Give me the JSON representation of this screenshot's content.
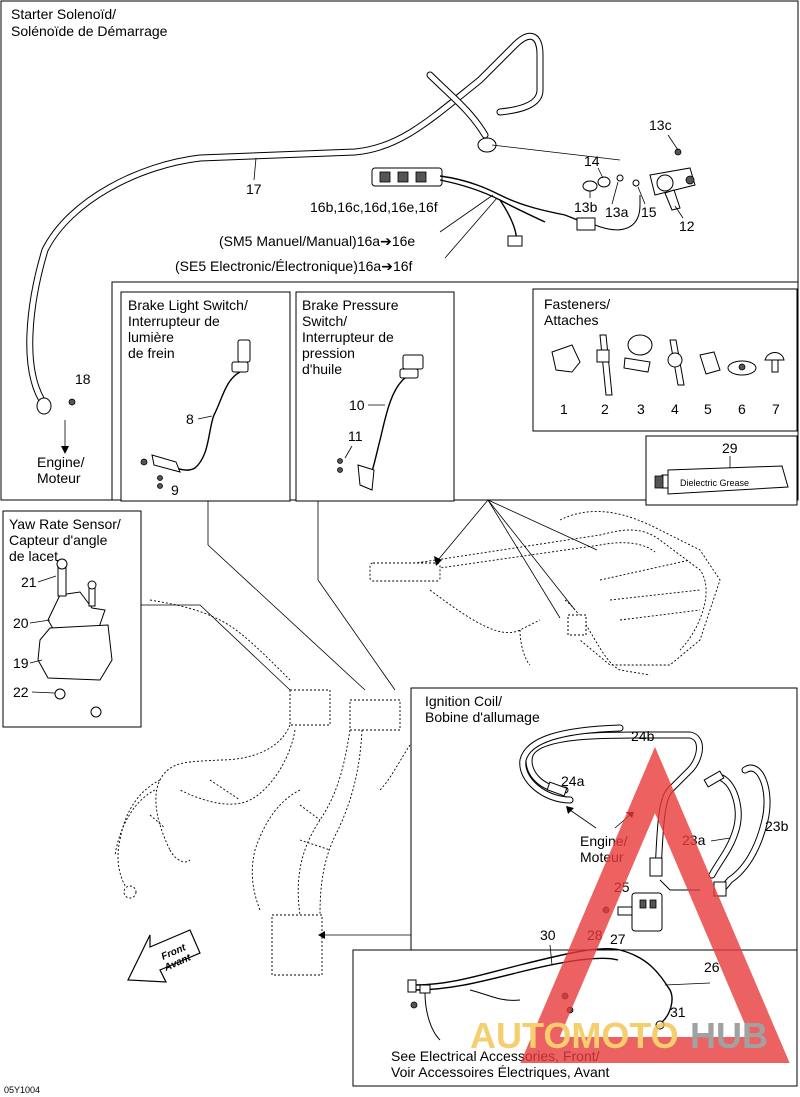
{
  "sections": {
    "starter": {
      "title_line1": "Starter Solenoïd/",
      "title_line2": "Solénoïde de Démarrage"
    },
    "brake_light": {
      "line1": "Brake Light Switch/",
      "line2": "Interrupteur de",
      "line3": "lumière",
      "line4": "de frein"
    },
    "brake_pressure": {
      "line1": "Brake Pressure",
      "line2": "Switch/",
      "line3": "Interrupteur de",
      "line4": "pression",
      "line5": "d'huile"
    },
    "fasteners": {
      "line1": "Fasteners/",
      "line2": "Attaches"
    },
    "yaw": {
      "line1": "Yaw Rate Sensor/",
      "line2": "Capteur d'angle",
      "line3": "de lacet"
    },
    "ignition": {
      "line1": "Ignition Coil/",
      "line2": "Bobine d'allumage"
    }
  },
  "notes": {
    "sm5": "(SM5 Manuel/Manual)16a➔16e",
    "se5": "(SE5 Electronic/Électronique)16a➔16f",
    "harness_parts": "16b,16c,16d,16e,16f",
    "engine_top_1": "Engine/",
    "engine_top_2": "Moteur",
    "engine_ign_1": "Engine/",
    "engine_ign_2": "Moteur",
    "see_acc_1": "See Electrical Accessories, Front/",
    "see_acc_2": "Voir Accessoires Électriques, Avant",
    "front_1": "Front",
    "front_2": "Avant",
    "code": "05Y1004",
    "tube_text": "Dielectric Grease"
  },
  "callouts": {
    "c1": "1",
    "c2": "2",
    "c3": "3",
    "c4": "4",
    "c5": "5",
    "c6": "6",
    "c7": "7",
    "c8": "8",
    "c9": "9",
    "c10": "10",
    "c11": "11",
    "c12": "12",
    "c13a": "13a",
    "c13b": "13b",
    "c13c": "13c",
    "c14": "14",
    "c15": "15",
    "c17": "17",
    "c18": "18",
    "c19": "19",
    "c20": "20",
    "c21": "21",
    "c22": "22",
    "c23a": "23a",
    "c23b": "23b",
    "c24a": "24a",
    "c24b": "24b",
    "c25": "25",
    "c26": "26",
    "c27": "27",
    "c28": "28",
    "c29": "29",
    "c30": "30",
    "c31": "31"
  },
  "watermark": {
    "part1": "AUTOMOTO",
    "part2": "HUB",
    "color_red": "#e83a3a",
    "color_gold": "#f3c34a",
    "color_gray": "#8a8a8a"
  }
}
